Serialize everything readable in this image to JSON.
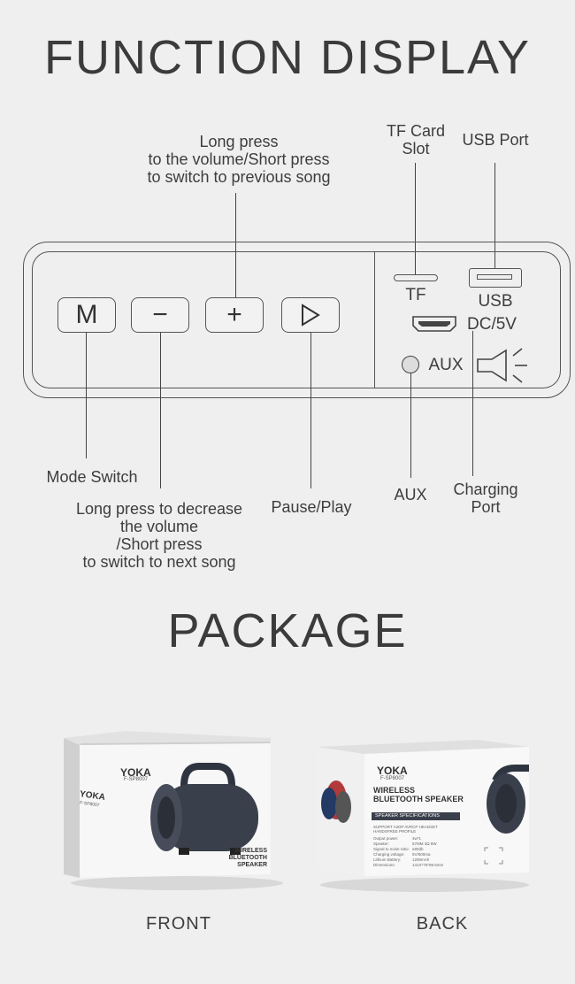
{
  "titles": {
    "function": "FUNCTION DISPLAY",
    "package": "PACKAGE"
  },
  "labels": {
    "plus_top": [
      "Long press",
      "to the volume/Short press",
      "to switch to previous song"
    ],
    "tf_card": [
      "TF Card",
      "Slot"
    ],
    "usb_port": "USB Port",
    "mode": "Mode Switch",
    "minus": [
      "Long press to decrease",
      "the volume",
      "/Short press",
      "to switch to next song"
    ],
    "pause": "Pause/Play",
    "aux": "AUX",
    "charging": [
      "Charging",
      "Port"
    ]
  },
  "panel": {
    "buttons": [
      {
        "name": "mode-button",
        "glyph": "M"
      },
      {
        "name": "minus-button",
        "glyph": "−"
      },
      {
        "name": "plus-button",
        "glyph": "+"
      },
      {
        "name": "play-button",
        "glyph": "▷"
      }
    ],
    "tf": "TF",
    "usb": "USB",
    "dc": "DC/5V",
    "aux": "AUX"
  },
  "package": {
    "front": {
      "caption": "FRONT",
      "brand": "YOKA",
      "model": "F-SP8007",
      "side_brand": "YOKA",
      "side_model": "F-SP8007",
      "title_1": "WIRELESS",
      "title_2": "BLUETOOTH SPEAKER"
    },
    "back": {
      "caption": "BACK",
      "brand": "YOKA",
      "model": "F-SP8007",
      "title_1": "WIRELESS",
      "title_2": "BLUETOOTH SPEAKER",
      "spec_header": "SPEAKER SPECIFICATIONS",
      "support": "SUPPORT A2DP AVRCP HEADSET HANDSFREE PROFILE",
      "spec_rows": [
        [
          "Output power:",
          "4w*1"
        ],
        [
          "Speaker:",
          "57MM 3Ω 8W"
        ],
        [
          "Signal to noise ratio:",
          "≥80db"
        ],
        [
          "Charging voltage:",
          "5V/500ma"
        ],
        [
          "Lithium Battery:",
          "1200mAh"
        ],
        [
          "Dimensions:",
          "141X*75*98.5mm"
        ]
      ]
    }
  }
}
